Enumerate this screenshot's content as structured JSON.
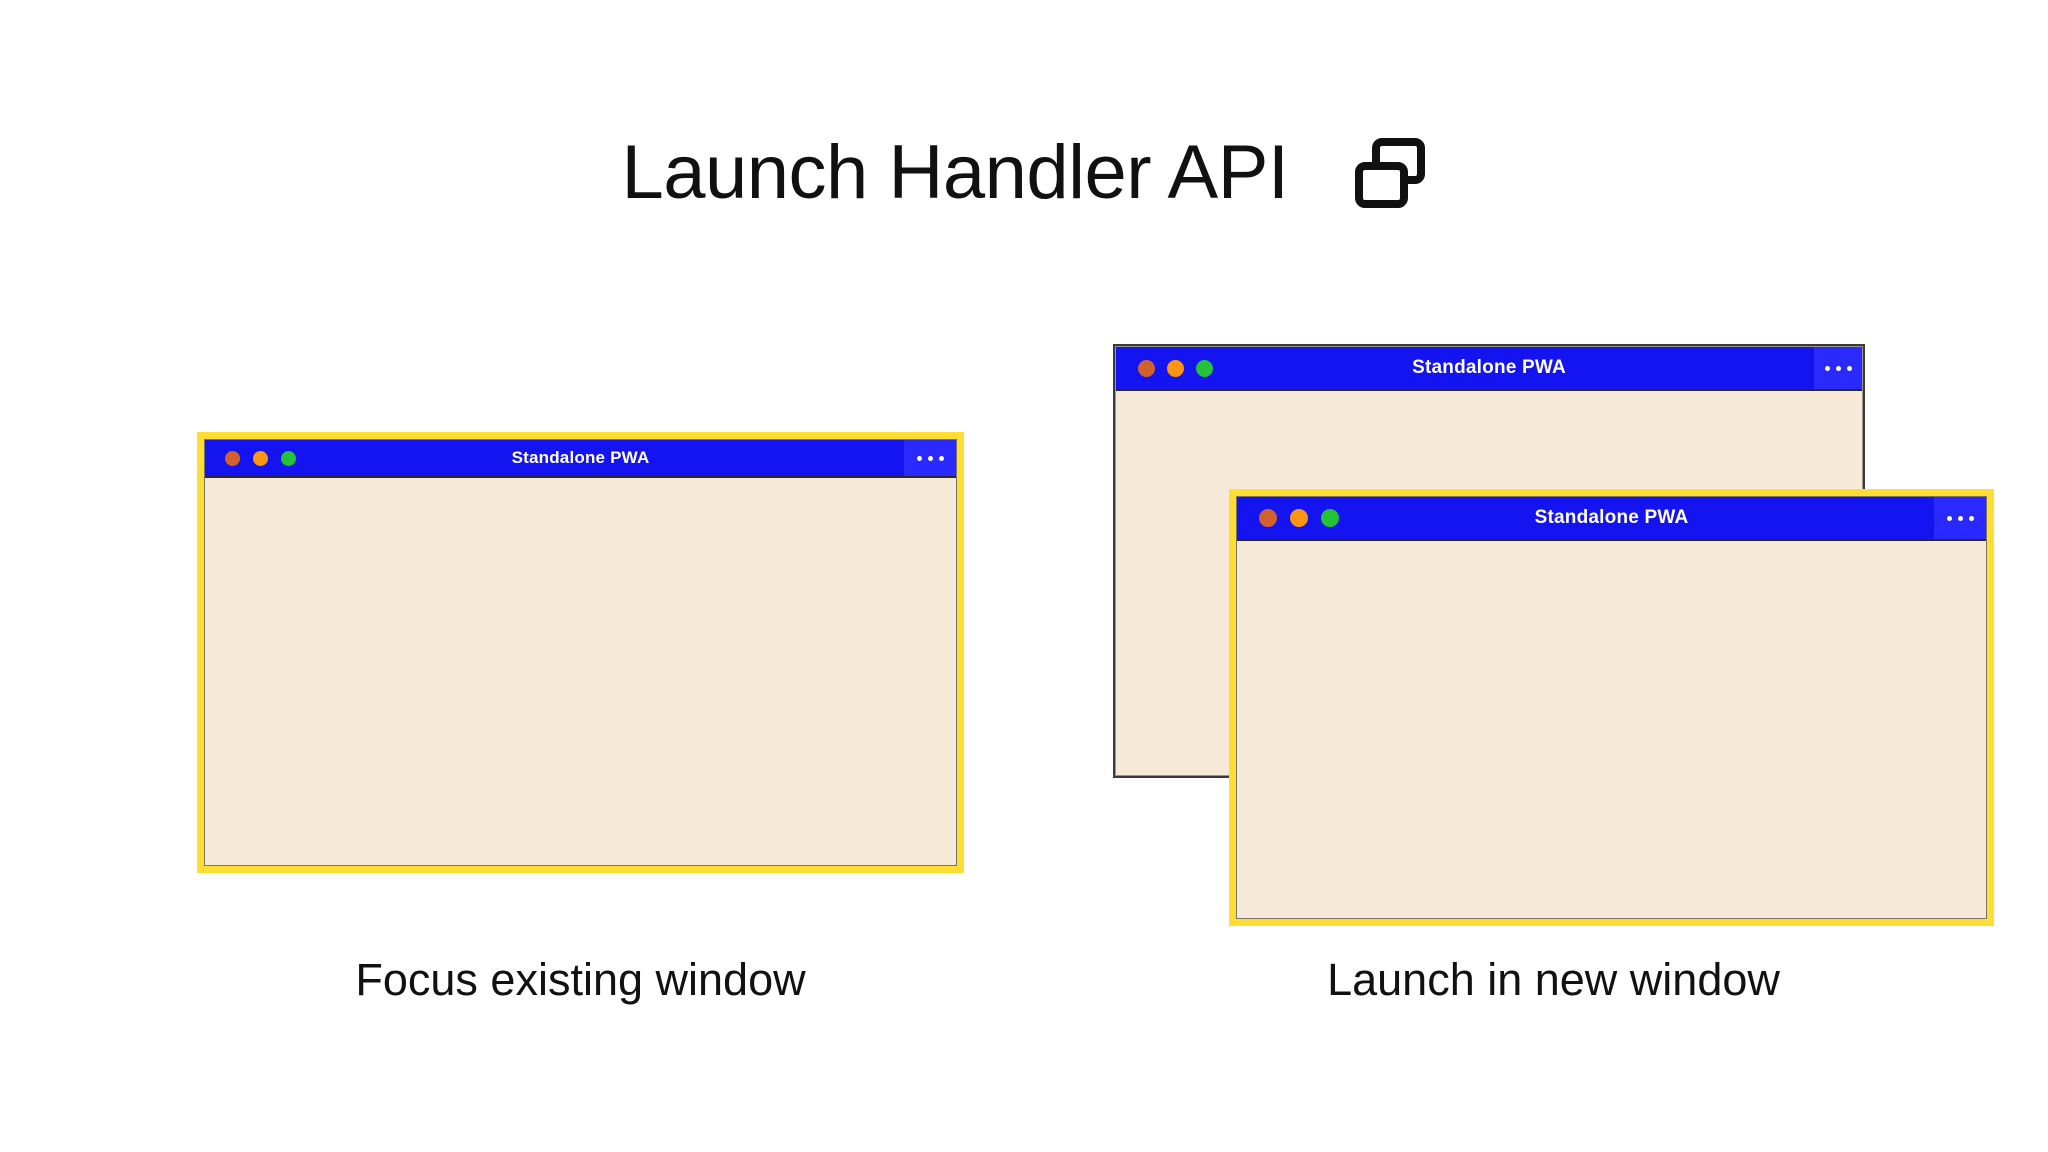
{
  "page": {
    "title": "Launch Handler API",
    "title_icon": "multi-window-icon",
    "background_color": "#ffffff",
    "text_color": "#111111"
  },
  "colors": {
    "titlebar_blue": "#1414f0",
    "menu_button_blue": "#2a2aff",
    "window_body_cream": "#f7e9d7",
    "highlight_yellow": "#ffdd33",
    "plain_border_gray": "#3a3a3a",
    "dot_red": "#d1622e",
    "dot_amber": "#fa9614",
    "dot_green": "#24c337"
  },
  "windows": {
    "left": {
      "id": "focus-existing-window",
      "title": "Standalone PWA",
      "highlighted": true,
      "menu_icon": "overflow-menu-icon",
      "traffic_lights": [
        "close-dot",
        "minimize-dot",
        "maximize-dot"
      ]
    },
    "right_back": {
      "id": "existing-window",
      "title": "Standalone PWA",
      "highlighted": false,
      "menu_icon": "overflow-menu-icon",
      "traffic_lights": [
        "close-dot",
        "minimize-dot",
        "maximize-dot"
      ]
    },
    "right_front": {
      "id": "new-window",
      "title": "Standalone PWA",
      "highlighted": true,
      "menu_icon": "overflow-menu-icon",
      "traffic_lights": [
        "close-dot",
        "minimize-dot",
        "maximize-dot"
      ]
    }
  },
  "captions": {
    "left": "Focus existing window",
    "right": "Launch in new window"
  }
}
